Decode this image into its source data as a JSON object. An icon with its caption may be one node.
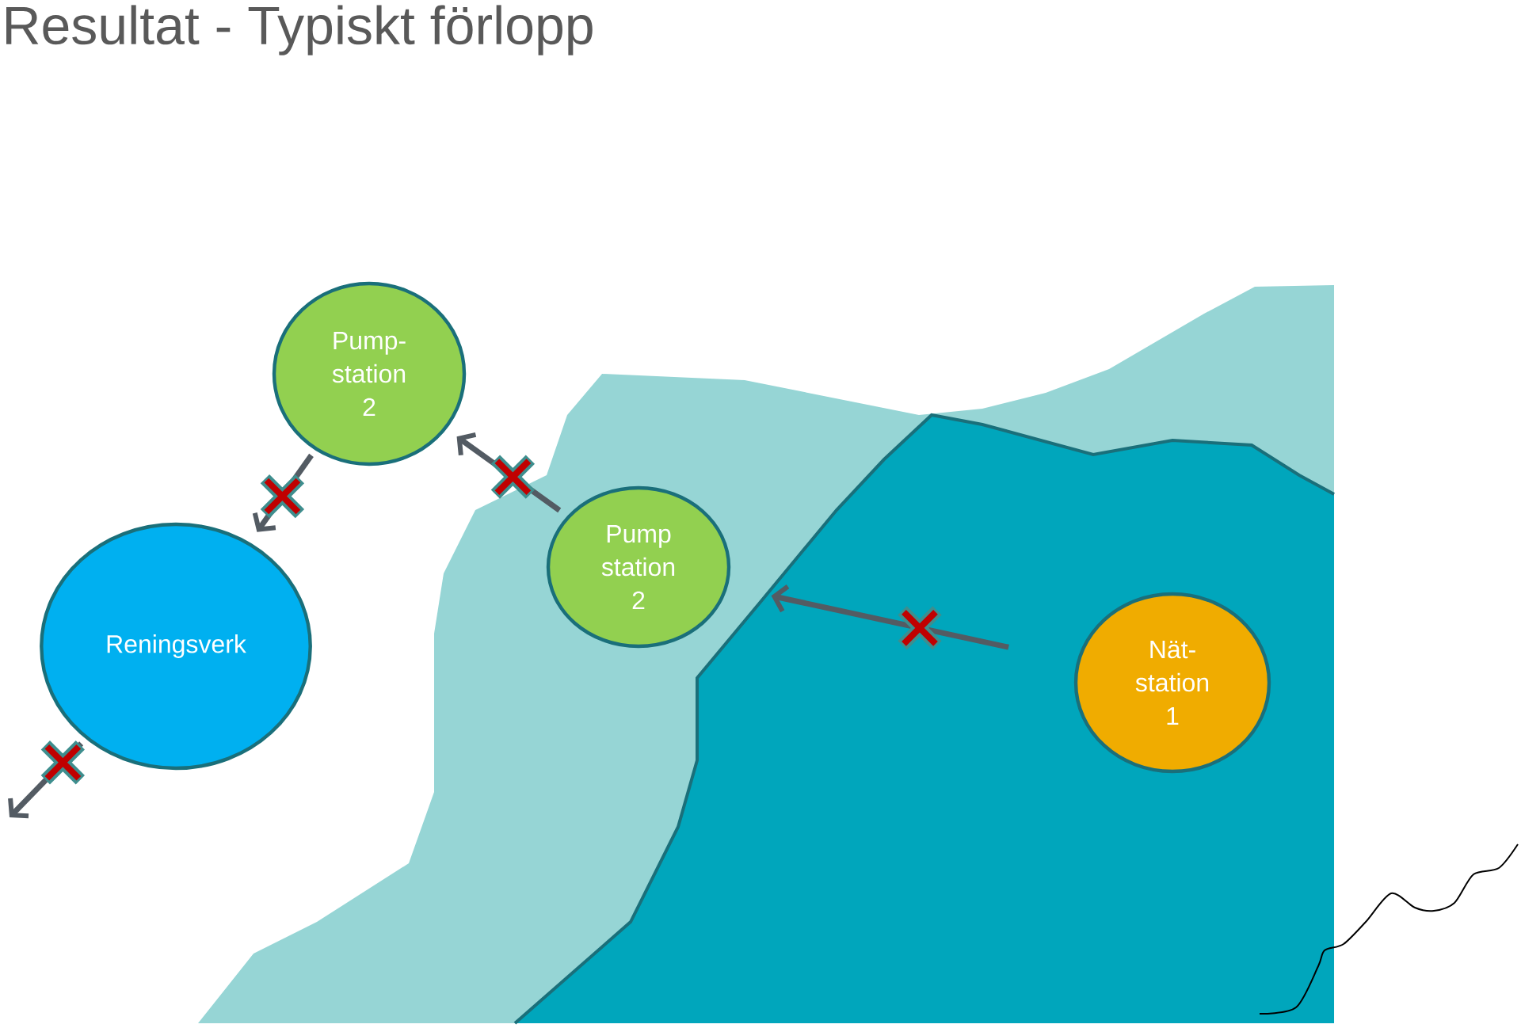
{
  "diagram": {
    "title": "Resultat - Typiskt förlopp",
    "nodes": [
      {
        "text": [
          "Pump- station 2"
        ]
      },
      {
        "text": [
          "Reningsverk"
        ]
      },
      {
        "text": [
          "Pump station 2"
        ]
      },
      {
        "text": [
          "Nät- station 1"
        ]
      }
    ],
    "edges": [
      {
        "from": 0,
        "to": 1,
        "arrow": "to"
      },
      {
        "from": 1,
        "to": null,
        "arrow": "to"
      },
      {
        "from": 2,
        "to": 0,
        "arrow": "to"
      },
      {
        "from": 3,
        "to": 2,
        "arrow": "to"
      }
    ]
  }
}
